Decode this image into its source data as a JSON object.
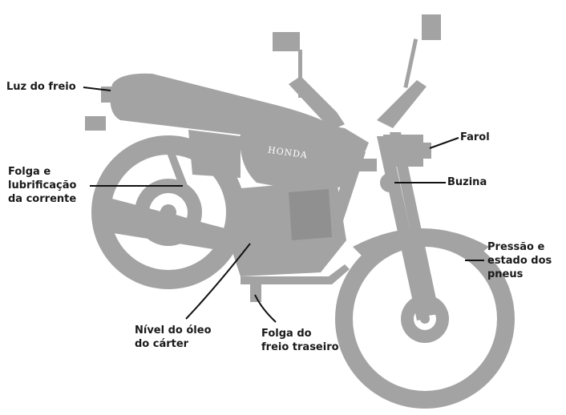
{
  "brand": "HONDA",
  "colors": {
    "body": "#a3a3a3",
    "dark": "#6e6e6e",
    "white": "#ffffff",
    "line": "#111111"
  },
  "labels": {
    "brake_light": "Luz do freio",
    "chain": [
      "Folga e",
      "lubrificação",
      "da corrente"
    ],
    "headlight": "Farol",
    "horn": "Buzina",
    "tires": [
      "Pressão e",
      "estado dos",
      "pneus"
    ],
    "oil": [
      "Nível do óleo",
      "do cárter"
    ],
    "rear_brake": [
      "Folga do",
      "freio traseiro"
    ]
  }
}
